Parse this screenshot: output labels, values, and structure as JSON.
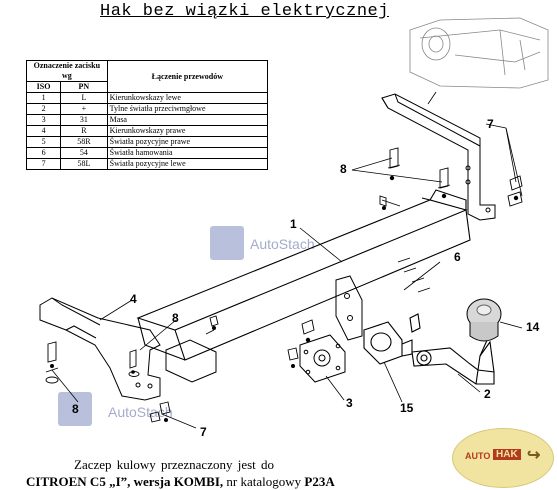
{
  "title": "Hak bez wiązki elektrycznej",
  "legend": {
    "header_group": "Oznaczenie zacisku wg",
    "header_iso": "ISO",
    "header_pn": "PN",
    "header_desc": "Łączenie przewodów",
    "rows": [
      {
        "iso": "1",
        "pn": "L",
        "desc": "Kierunkowskazy lewe"
      },
      {
        "iso": "2",
        "pn": "+",
        "desc": "Tylne światła przeciwmgłowe"
      },
      {
        "iso": "3",
        "pn": "31",
        "desc": "Masa"
      },
      {
        "iso": "4",
        "pn": "R",
        "desc": "Kierunkowskazy prawe"
      },
      {
        "iso": "5",
        "pn": "58R",
        "desc": "Światła pozycyjne prawe"
      },
      {
        "iso": "6",
        "pn": "54",
        "desc": "Światła hamowania"
      },
      {
        "iso": "7",
        "pn": "58L",
        "desc": "Światła pozycyjne lewe"
      }
    ]
  },
  "callouts": {
    "c1": "1",
    "c2": "2",
    "c3": "3",
    "c4": "4",
    "c6": "6",
    "c7a": "7",
    "c7b": "7",
    "c8a": "8",
    "c8b": "8",
    "c8c": "8",
    "c14": "14",
    "c15": "15"
  },
  "watermark": "AutoStach",
  "caption": {
    "line1": "Zaczep kulowy przeznaczony jest do",
    "brand": "CITROEN C5 „I”, wersja KOMBI,",
    "catalog_prefix": "nr katalogowy",
    "catalog_no": "P23A"
  },
  "badge": {
    "auto": "AUTO",
    "hak": "HAK"
  }
}
